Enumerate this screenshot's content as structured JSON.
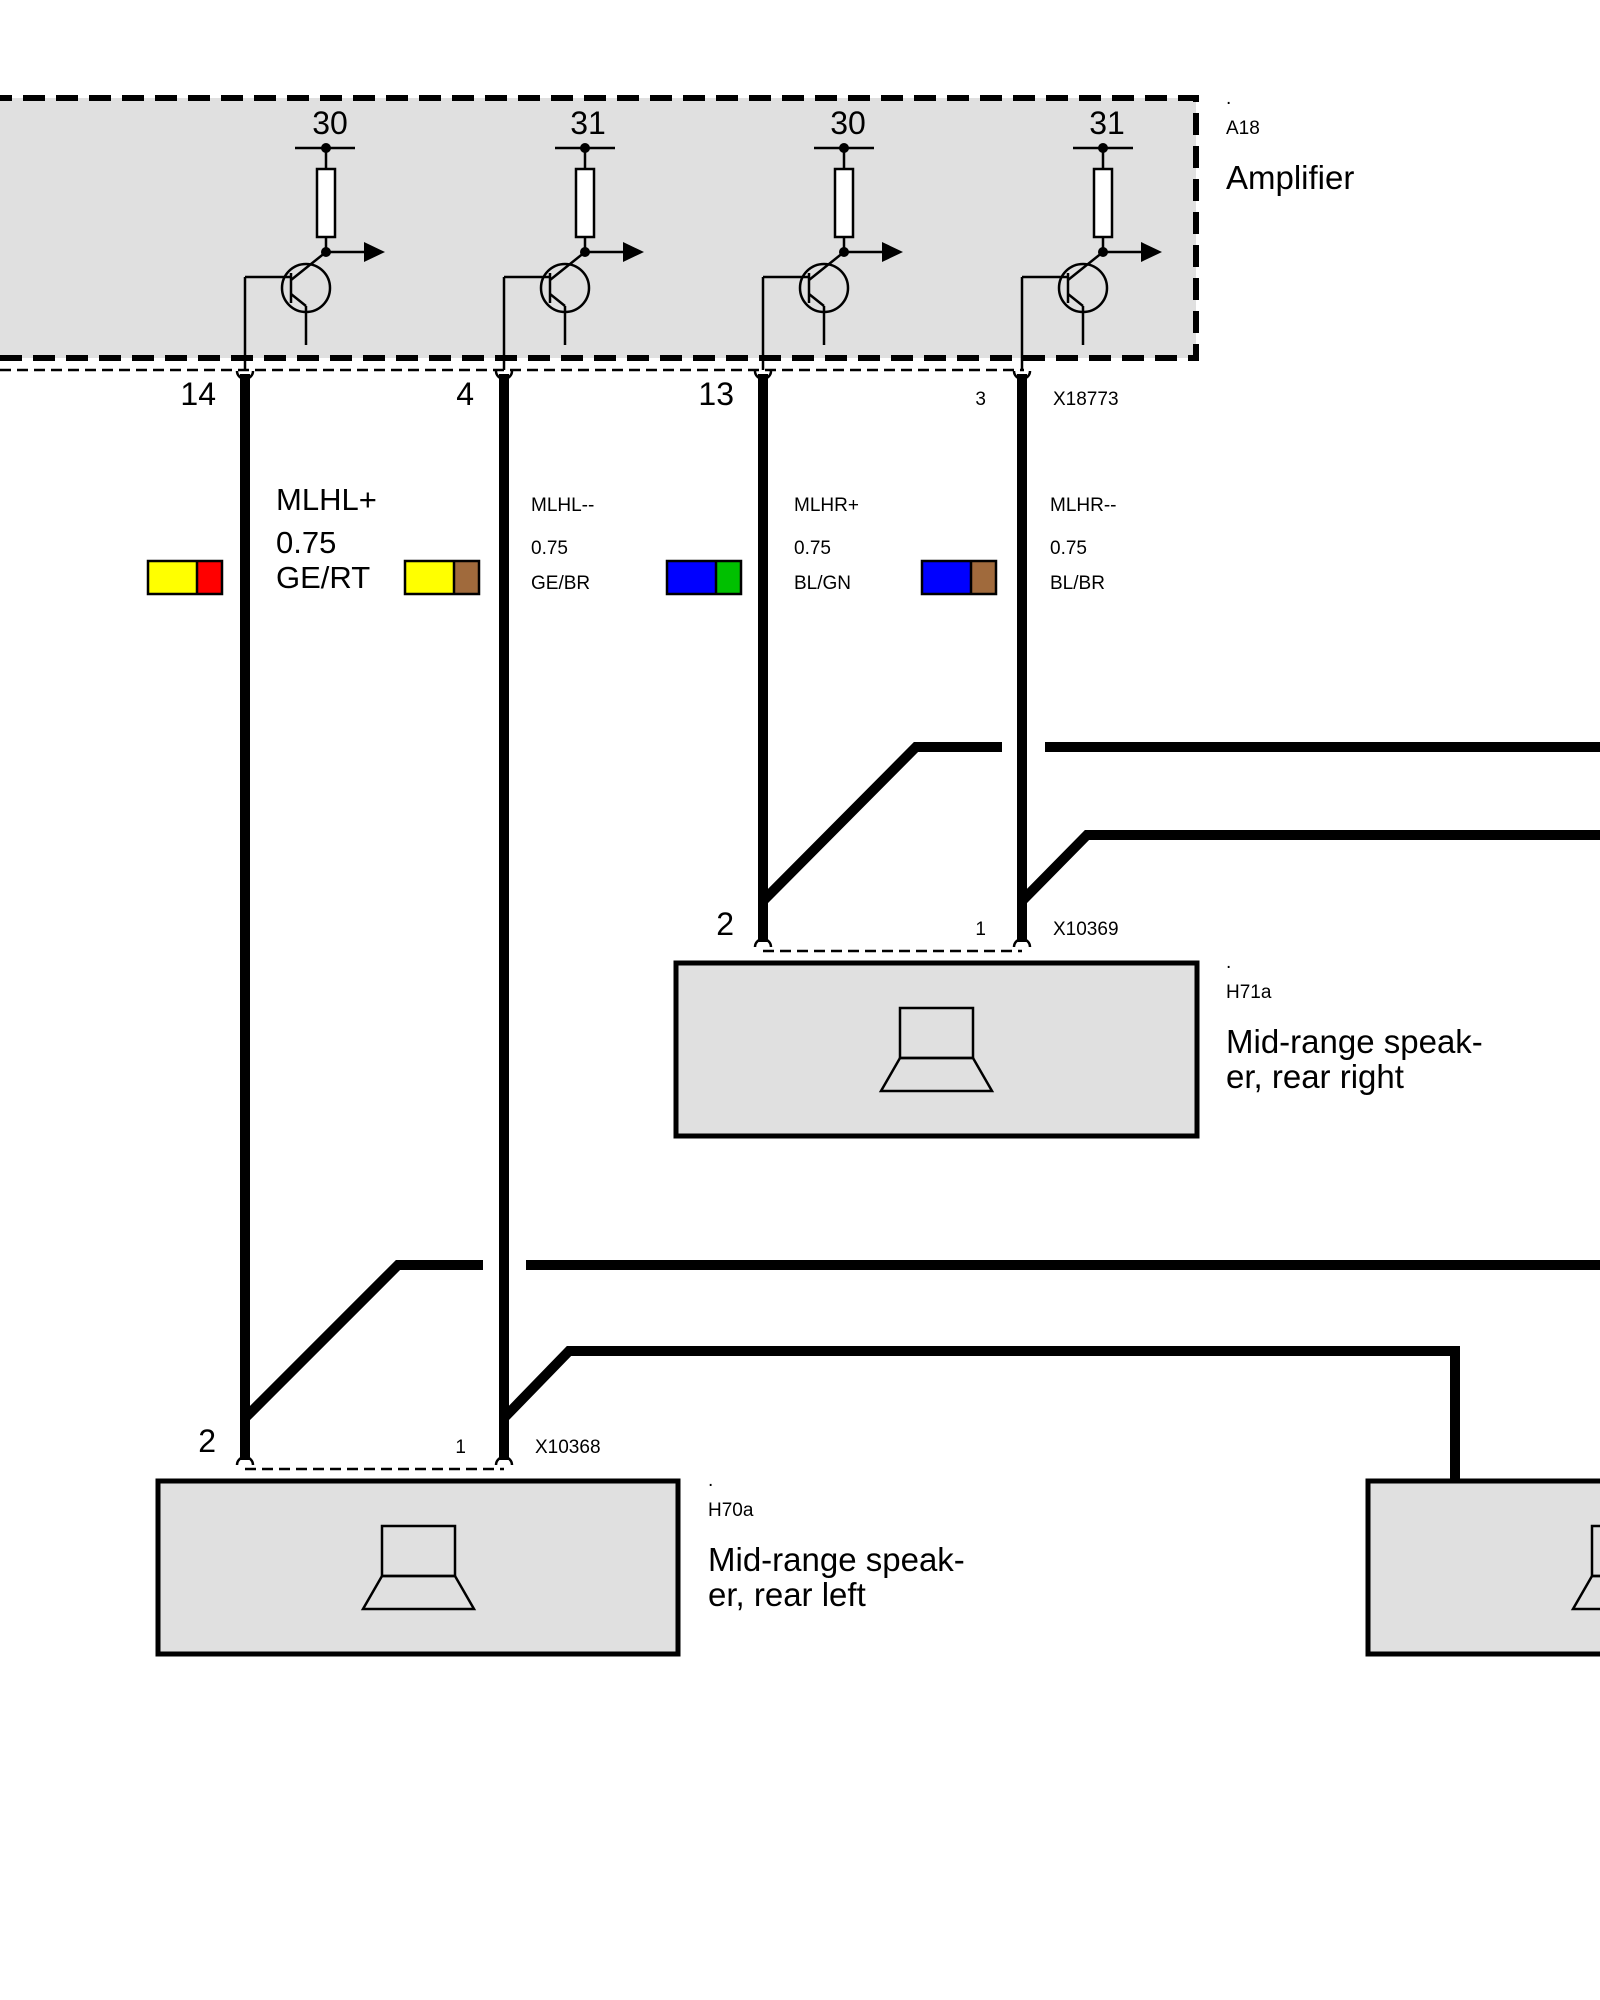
{
  "amplifier": {
    "id_marker": ".",
    "ref": "A18",
    "name": "Amplifier",
    "terminals": [
      "30",
      "31",
      "30",
      "31"
    ],
    "connector": "X18773",
    "pins": [
      "14",
      "4",
      "13",
      "3"
    ]
  },
  "wires": [
    {
      "signal": "MLHL+",
      "gauge": "0.75",
      "code": "GE/RT",
      "colors": [
        "#ffff00",
        "#ff0000"
      ]
    },
    {
      "signal": "MLHL--",
      "gauge": "0.75",
      "code": "GE/BR",
      "colors": [
        "#ffff00",
        "#a06a3c"
      ]
    },
    {
      "signal": "MLHR+",
      "gauge": "0.75",
      "code": "BL/GN",
      "colors": [
        "#0000ff",
        "#00c000"
      ]
    },
    {
      "signal": "MLHR--",
      "gauge": "0.75",
      "code": "BL/BR",
      "colors": [
        "#0000ff",
        "#a06a3c"
      ]
    }
  ],
  "speaker_right": {
    "id_marker": ".",
    "ref": "H71a",
    "name_line1": "Mid-range speak-",
    "name_line2": "er, rear right",
    "connector": "X10369",
    "pins": [
      "2",
      "1"
    ]
  },
  "speaker_left": {
    "id_marker": ".",
    "ref": "H70a",
    "name_line1": "Mid-range speak-",
    "name_line2": "er, rear left",
    "connector": "X10368",
    "pins": [
      "2",
      "1"
    ]
  },
  "icons": {
    "transistor": "npn-transistor-icon",
    "resistor": "resistor-icon",
    "speaker": "speaker-icon"
  }
}
